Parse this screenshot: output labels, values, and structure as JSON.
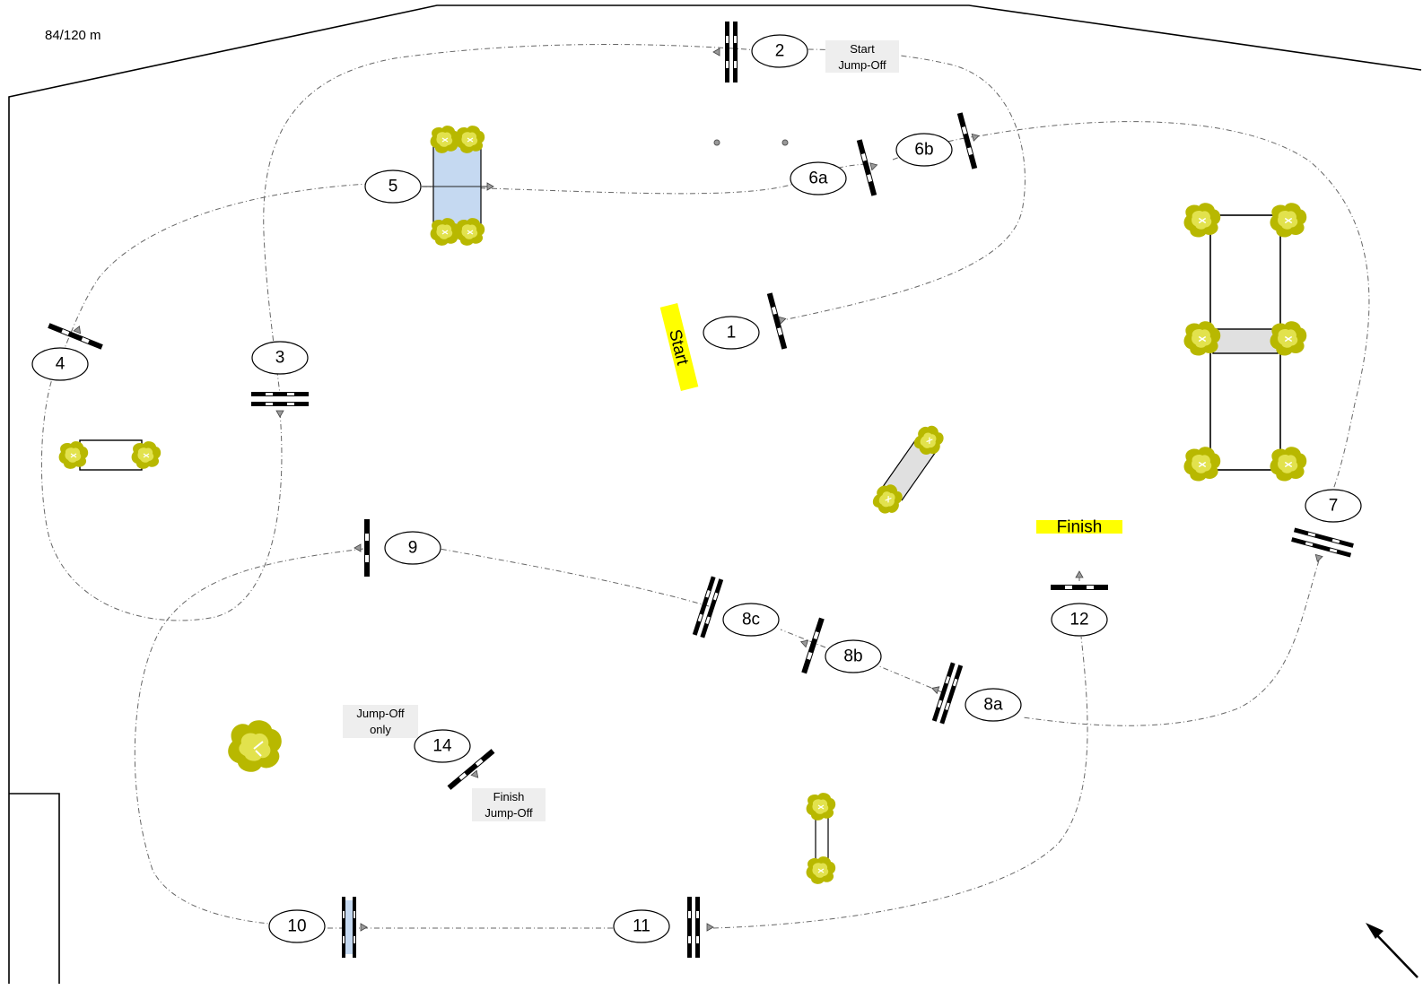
{
  "distance_label": "84/120 m",
  "labels": {
    "start": "Start",
    "finish": "Finish",
    "start_jumpoff_line1": "Start",
    "start_jumpoff_line2": "Jump-Off",
    "jumpoff_only_line1": "Jump-Off",
    "jumpoff_only_line2": "only",
    "finish_jumpoff_line1": "Finish",
    "finish_jumpoff_line2": "Jump-Off"
  },
  "obstacles": [
    "1",
    "2",
    "3",
    "4",
    "5",
    "6a",
    "6b",
    "7",
    "8a",
    "8b",
    "8c",
    "9",
    "10",
    "11",
    "12",
    "14"
  ],
  "colors": {
    "start_finish_highlight": "#ffff00",
    "water_jump": "#c5d9f1",
    "bush": "#b8b800",
    "grey_fill": "#e0e0e0"
  }
}
